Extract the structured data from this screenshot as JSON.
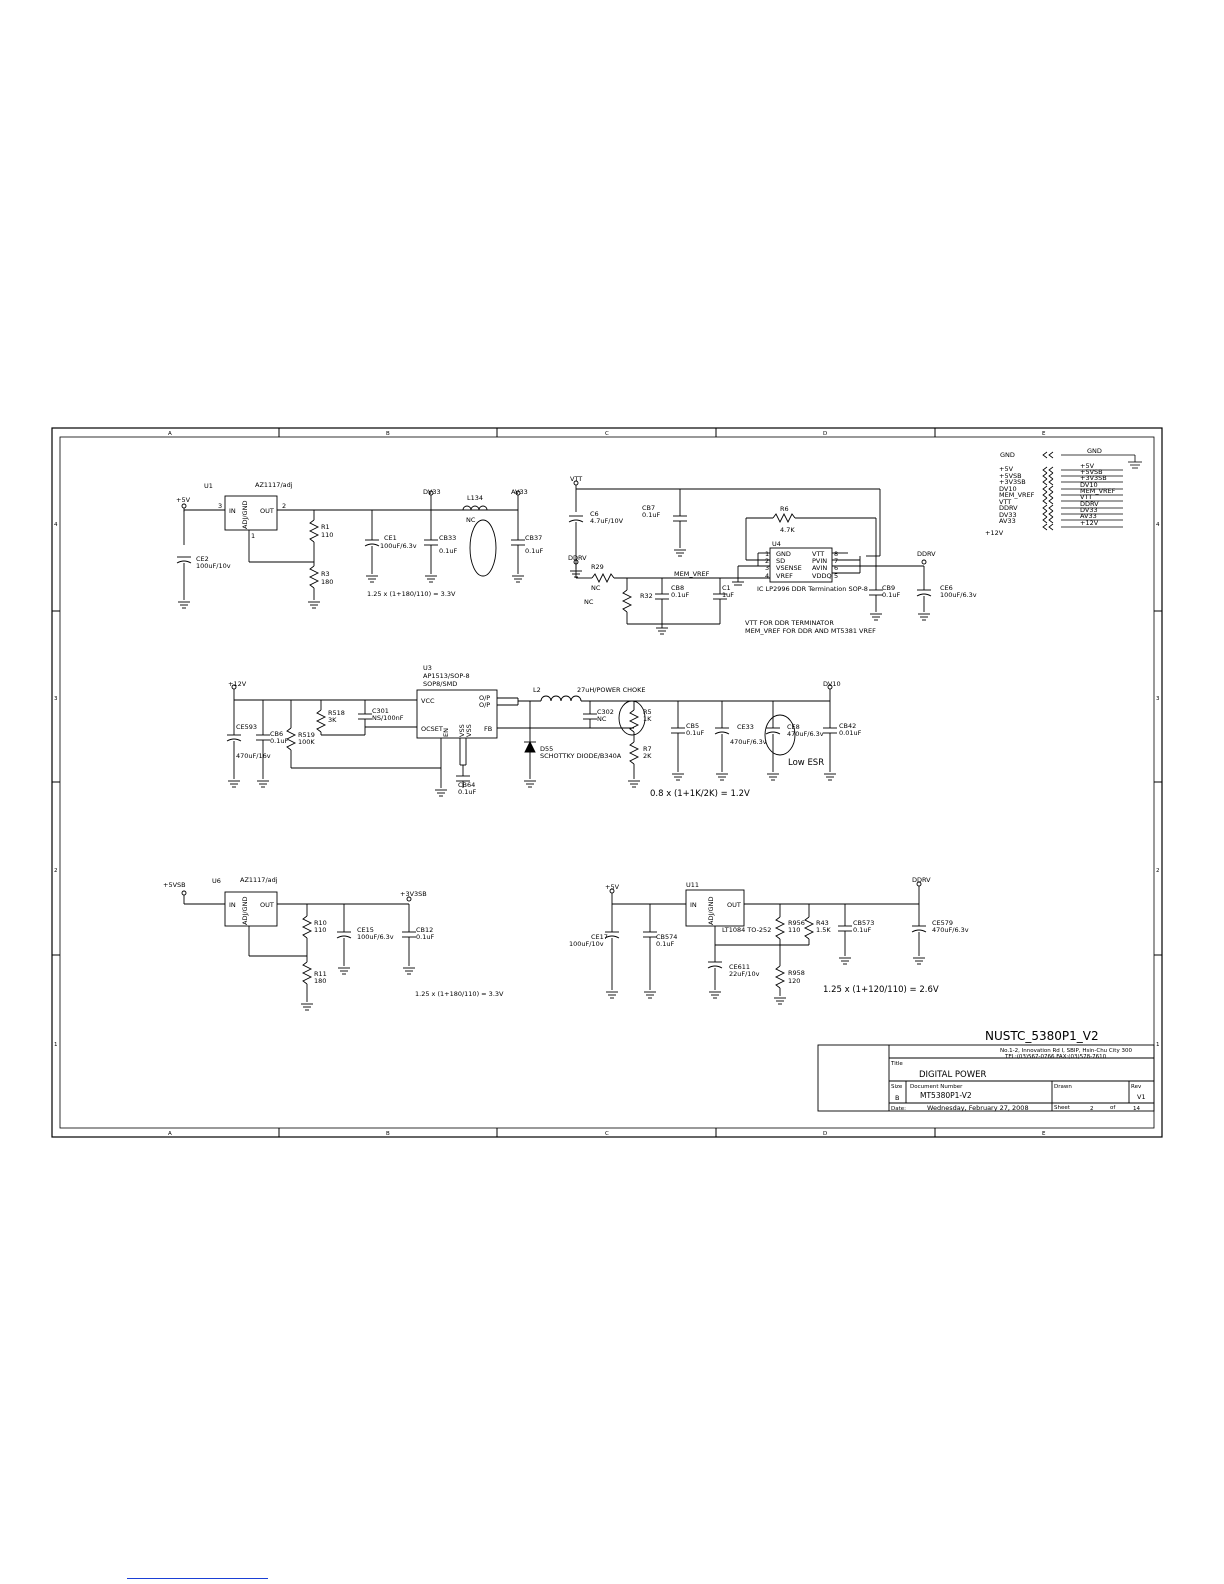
{
  "border": {
    "cols": [
      "A",
      "B",
      "C",
      "D",
      "E"
    ],
    "rows": [
      "4",
      "3",
      "2",
      "1"
    ]
  },
  "blocks": {
    "u1": {
      "ref": "U1",
      "part": "AZ1117/adj",
      "in": "IN",
      "out": "OUT",
      "adj": "ADJ/GND",
      "pin_in": "3",
      "pin_out": "2",
      "pin_adj": "1",
      "input_rail": "+5V",
      "rail_dv33": "DV33",
      "rail_av33": "AV33",
      "ce2": "CE2",
      "ce2_val": "100uF/10v",
      "r1": "R1",
      "r1_val": "110",
      "r3": "R3",
      "r3_val": "180",
      "ce1": "CE1",
      "ce1_val": "100uF/6.3v",
      "cb33": "CB33",
      "cb33_val": "0.1uF",
      "l134": "L134",
      "l134_val": "NC",
      "cb37": "CB37",
      "cb37_val": "0.1uF",
      "formula": "1.25 x (1+180/110) = 3.3V"
    },
    "u4": {
      "rail_vtt": "VTT",
      "rail_ddrv_in": "DDRV",
      "rail_ddrv_out": "DDRV",
      "c6": "C6",
      "c6_val": "4.7uF/10V",
      "cb7": "CB7",
      "cb7_val": "0.1uF",
      "r29": "R29",
      "r29_val": "NC",
      "nc_label": "NC",
      "r32": "R32",
      "cb8": "CB8",
      "cb8_val": "0.1uF",
      "c1": "C1",
      "c1_val": "1uF",
      "memvref": "MEM_VREF",
      "r6": "R6",
      "r6_val": "4.7K",
      "ref": "U4",
      "pins_left": [
        "GND",
        "SD",
        "VSENSE",
        "VREF"
      ],
      "pins_left_num": [
        "1",
        "2",
        "3",
        "4"
      ],
      "pins_right": [
        "VTT",
        "PVIN",
        "AVIN",
        "VDDQ"
      ],
      "pins_right_num": [
        "8",
        "7",
        "6",
        "5"
      ],
      "part_desc": "IC LP2996 DDR Termination SOP-8",
      "cb9": "CB9",
      "cb9_val": "0.1uF",
      "ce6": "CE6",
      "ce6_val": "100uF/6.3v",
      "note1": "VTT FOR DDR TERMINATOR",
      "note2": "MEM_VREF FOR DDR AND MT5381 VREF"
    },
    "u3": {
      "ref": "U3",
      "part1": "AP1513/SOP-8",
      "part2": "SOP8/SMD",
      "vcc": "VCC",
      "ocset": "OCSET",
      "en": "EN",
      "vss1": "VSS",
      "vss2": "VSS",
      "op1": "O/P",
      "op2": "O/P",
      "fb": "FB",
      "input_rail": "+12V",
      "output_rail": "DV10",
      "ce593": "CE593",
      "ce593_val": "470uF/16v",
      "cb6": "CB6",
      "cb6_val": "0.1uF",
      "r518": "R518",
      "r518_val": "3K",
      "r519": "R519",
      "r519_val": "100K",
      "c301": "C301",
      "c301_val": "NS/100nF",
      "cb64": "CB64",
      "cb64_val": "0.1uF",
      "l2": "L2",
      "l2_val": "27uH/POWER CHOKE",
      "c302": "C302",
      "c302_val": "NC",
      "d55": "D55",
      "d55_val": "SCHOTTKY DIODE/B340A",
      "r5": "R5",
      "r5_val": "1K",
      "r7": "R7",
      "r7_val": "2K",
      "cb5": "CB5",
      "cb5_val": "0.1uF",
      "ce33": "CE33",
      "ce33_val": "470uF/6.3v",
      "ce8": "CE8",
      "ce8_val": "470uF/6.3v",
      "cb42": "CB42",
      "cb42_val": "0.01uF",
      "low_esr": "Low ESR",
      "formula": "0.8 x (1+1K/2K) = 1.2V"
    },
    "u6": {
      "ref": "U6",
      "part": "AZ1117/adj",
      "in": "IN",
      "out": "OUT",
      "adj": "ADJ/GND",
      "input_rail": "+5VSB",
      "output_rail": "+3V3SB",
      "r10": "R10",
      "r10_val": "110",
      "r11": "R11",
      "r11_val": "180",
      "ce15": "CE15",
      "ce15_val": "100uF/6.3v",
      "cb12": "CB12",
      "cb12_val": "0.1uF",
      "formula": "1.25 x (1+180/110) = 3.3V"
    },
    "u11": {
      "ref": "U11",
      "part": "LT1084 TO-252",
      "in": "IN",
      "out": "OUT",
      "adj": "ADJ/GND",
      "input_rail": "+5V",
      "output_rail": "DDRV",
      "ce17": "CE17",
      "ce17_val": "100uF/10v",
      "cb574": "CB574",
      "cb574_val": "0.1uF",
      "ce611": "CE611",
      "ce611_val": "22uF/10v",
      "r956": "R956",
      "r956_val": "110",
      "r958": "R958",
      "r958_val": "120",
      "r43": "R43",
      "r43_val": "1.5K",
      "cb573": "CB573",
      "cb573_val": "0.1uF",
      "ce579": "CE579",
      "ce579_val": "470uF/6.3v",
      "formula": "1.25 x (1+120/110) = 2.6V"
    }
  },
  "netlist": {
    "left": [
      "GND",
      "+5V",
      "+5VSB",
      "+3V3SB",
      "DV10",
      "MEM_VREF",
      "VTT",
      "DDRV",
      "DV33",
      "AV33",
      "+12V"
    ],
    "right": [
      "GND",
      "+5V",
      "+5VSB",
      "+3V3SB",
      "DV10",
      "MEM_VREF",
      "VTT",
      "DDRV",
      "DV33",
      "AV33",
      "+12V"
    ]
  },
  "titleblock": {
    "project": "NUSTC_5380P1_V2",
    "address1": "No.1-2, Innovation Rd I, SBIP, Hsin-Chu City 300",
    "address2": "TEL:(03)567-0766  FAX:(03)578-7610",
    "title_label": "Title",
    "title": "DIGITAL POWER",
    "size_label": "Size",
    "size": "B",
    "docnum_label": "Document Number",
    "docnum": "MT5380P1-V2",
    "drawn_label": "Drawn",
    "rev_label": "Rev",
    "rev": "V1",
    "date_label": "Date:",
    "date": "Wednesday, February 27, 2008",
    "sheet_label": "Sheet",
    "sheet": "2",
    "of_label": "of",
    "sheets": "14"
  }
}
